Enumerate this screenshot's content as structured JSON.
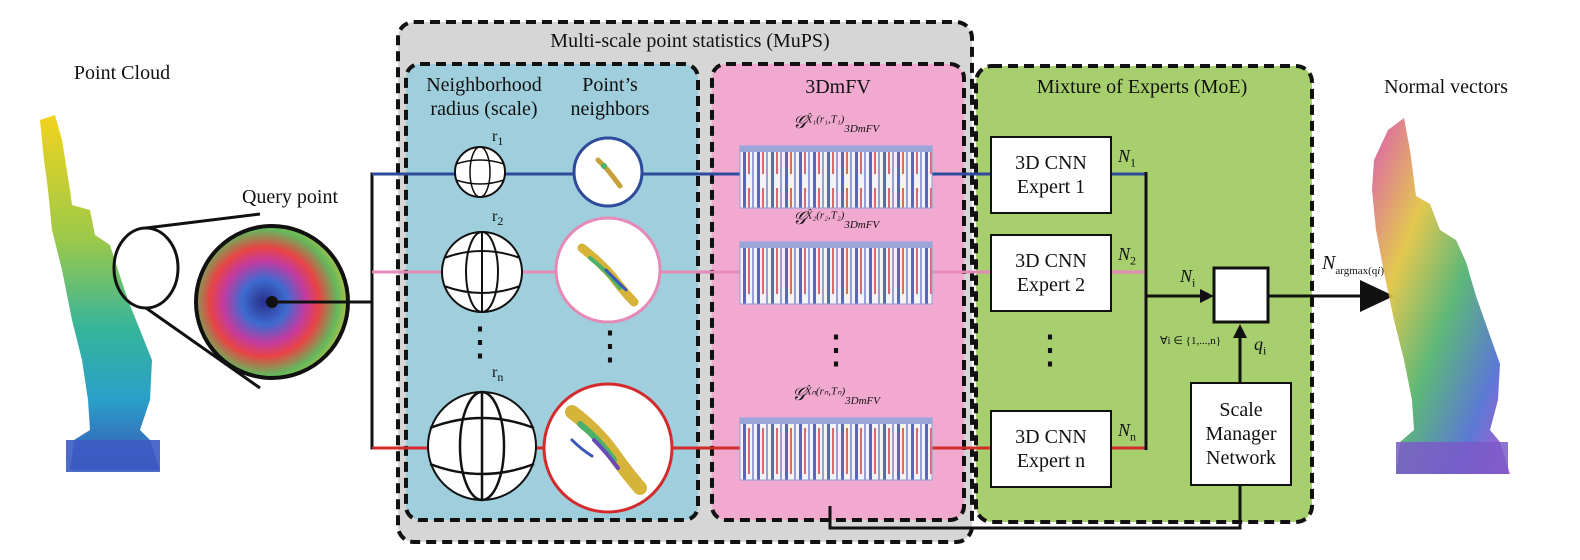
{
  "labels": {
    "point_cloud": "Point Cloud",
    "query_point": "Query point",
    "normal_vectors": "Normal vectors",
    "mups_title": "Multi-scale point statistics (MuPS)",
    "neighborhood_radius_line1": "Neighborhood",
    "neighborhood_radius_line2": "radius (scale)",
    "points_neighbors_line1": "Point’s",
    "points_neighbors_line2": "neighbors",
    "fv_title": "3DmFV",
    "moe_title": "Mixture of Experts (MoE)",
    "forall": "∀i ∈ {1,...,n}"
  },
  "radii": [
    {
      "symbol": "r",
      "sub": "1"
    },
    {
      "symbol": "r",
      "sub": "2"
    },
    {
      "symbol": "r",
      "sub": "n"
    }
  ],
  "feature_vectors": [
    {
      "text": "𝒢",
      "sub": "3DmFV",
      "sup": "X̂₁(r₁,T₁)"
    },
    {
      "text": "𝒢",
      "sub": "3DmFV",
      "sup": "X̂₂(r₂,T₂)"
    },
    {
      "text": "𝒢",
      "sub": "3DmFV",
      "sup": "X̂ₙ(rₙ,Tₙ)"
    }
  ],
  "experts": [
    {
      "line1": "3D CNN",
      "line2": "Expert 1",
      "out_symbol": "N",
      "out_sub": "1"
    },
    {
      "line1": "3D CNN",
      "line2": "Expert 2",
      "out_symbol": "N",
      "out_sub": "2"
    },
    {
      "line1": "3D CNN",
      "line2": "Expert n",
      "out_symbol": "N",
      "out_sub": "n"
    }
  ],
  "scale_manager": {
    "line1": "Scale",
    "line2": "Manager",
    "line3": "Network"
  },
  "ni_symbol": {
    "symbol": "N",
    "sub": "i"
  },
  "qi_symbol": {
    "symbol": "q",
    "sub": "i"
  },
  "output_symbol": {
    "symbol": "N",
    "sub": "argmax(q",
    "sub2": "i",
    "sub3": ")"
  },
  "ellipsis": "⋮",
  "colors": {
    "mups_bg": "#d6d6d6",
    "scale_panel": "#9fcfdc",
    "fv_panel": "#f2a9cf",
    "moe_panel": "#a8cf6e",
    "line_blue": "#2e4a9c",
    "line_pink": "#e58ab8",
    "line_red": "#d42a2a"
  }
}
